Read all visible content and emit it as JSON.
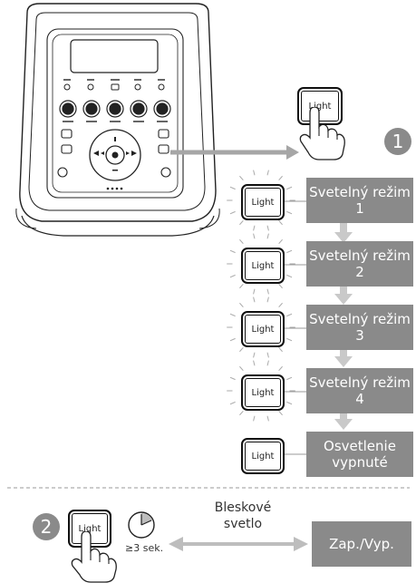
{
  "button_label": "Light",
  "steps": {
    "step1": "1",
    "step2": "2"
  },
  "modes": [
    {
      "line1": "Svetelný režim",
      "line2": "1"
    },
    {
      "line1": "Svetelný režim",
      "line2": "2"
    },
    {
      "line1": "Svetelný režim",
      "line2": "3"
    },
    {
      "line1": "Svetelný režim",
      "line2": "4"
    },
    {
      "line1": "Osvetlenie",
      "line2": "vypnuté"
    }
  ],
  "hold": {
    "duration": "≥3 sek.",
    "label_line1": "Bleskové",
    "label_line2": "svetlo",
    "result": "Zap./Vyp."
  },
  "colors": {
    "box_fill": "#8a8a8a",
    "arrow": "#c8c8c8",
    "outline": "#111111"
  }
}
